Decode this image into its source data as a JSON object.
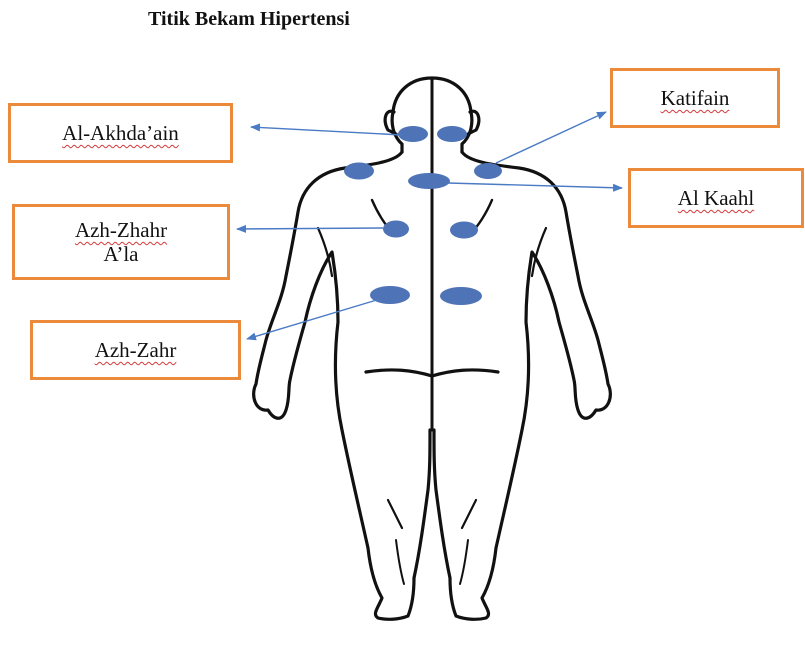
{
  "diagram": {
    "title": "Titik Bekam Hipertensi",
    "labels": {
      "akhdain": "Al-Akhda’ain",
      "katifain": "Katifain",
      "kaahl": "Al Kaahl",
      "zhahr_ala_line1": "Azh-Zhahr",
      "zhahr_ala_line2": "A’la",
      "zahr": "Azh-Zahr"
    },
    "colors": {
      "point_fill": "#4e73b6",
      "arrow": "#4a7bc4",
      "box_border": "#ec8a3c",
      "outline": "#111111"
    }
  }
}
